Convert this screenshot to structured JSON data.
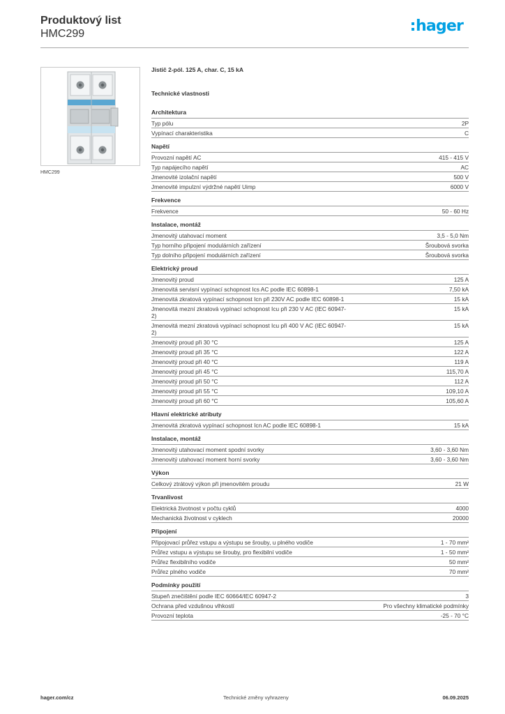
{
  "header": {
    "title": "Produktový list",
    "subtitle": "HMC299",
    "logo_text": "hager",
    "brand_color": "#00a0e3"
  },
  "product": {
    "image_caption": "HMC299",
    "description": "Jistič 2-pól. 125 A, char. C, 15 kA",
    "tech_heading": "Technické vlastnosti"
  },
  "sections": [
    {
      "title": "Architektura",
      "rows": [
        {
          "label": "Typ pólu",
          "value": "2P"
        },
        {
          "label": "Vypínací charakteristika",
          "value": "C"
        }
      ]
    },
    {
      "title": "Napětí",
      "rows": [
        {
          "label": "Provozní napětí AC",
          "value": "415 - 415 V"
        },
        {
          "label": "Typ napájecího napětí",
          "value": "AC"
        },
        {
          "label": "Jmenovité izolační napětí",
          "value": "500 V"
        },
        {
          "label": "Jmenovité impulzní výdržné napětí Uimp",
          "value": "6000 V"
        }
      ]
    },
    {
      "title": "Frekvence",
      "rows": [
        {
          "label": "Frekvence",
          "value": "50 - 60 Hz"
        }
      ]
    },
    {
      "title": "Instalace, montáž",
      "rows": [
        {
          "label": "Jmenovitý utahovací moment",
          "value": "3,5 - 5,0 Nm"
        },
        {
          "label": "Typ horního připojení modulárních zařízení",
          "value": "Šroubová svorka"
        },
        {
          "label": "Typ dolního připojení modulárních zařízení",
          "value": "Šroubová svorka"
        }
      ]
    },
    {
      "title": "Elektrický proud",
      "rows": [
        {
          "label": "Jmenovitý proud",
          "value": "125 A"
        },
        {
          "label": "Jmenovitá servisní vypínací schopnost Ics AC podle IEC 60898-1",
          "value": "7,50 kA"
        },
        {
          "label": "Jmenovitá zkratová vypínací schopnost Icn při 230V AC podle IEC 60898-1",
          "value": "15 kA",
          "tall": true
        },
        {
          "label": "Jmenovitá mezní zkratová vypínací schopnost Icu při 230 V AC (IEC 60947-2)",
          "value": "15 kA",
          "tall": true
        },
        {
          "label": "Jmenovitá mezní zkratová vypínací schopnost Icu při 400 V AC (IEC 60947-2)",
          "value": "15 kA",
          "tall": true
        },
        {
          "label": "Jmenovitý proud při 30 °C",
          "value": "125 A"
        },
        {
          "label": "Jmenovitý proud při 35 °C",
          "value": "122 A"
        },
        {
          "label": "Jmenovitý proud při 40 °C",
          "value": "119 A"
        },
        {
          "label": "Jmenovitý proud při 45 °C",
          "value": "115,70 A"
        },
        {
          "label": "Jmenovitý proud při 50 °C",
          "value": "112 A"
        },
        {
          "label": "Jmenovitý proud při 55 °C",
          "value": "109,10 A"
        },
        {
          "label": "Jmenovitý proud při 60 °C",
          "value": "105,60 A"
        }
      ]
    },
    {
      "title": "Hlavní elektrické atributy",
      "rows": [
        {
          "label": "Jmenovitá zkratová vypínací schopnost Icn AC podle IEC 60898-1",
          "value": "15 kA"
        }
      ]
    },
    {
      "title": "Instalace, montáž",
      "rows": [
        {
          "label": "Jmenovitý utahovací moment spodní svorky",
          "value": "3,60 - 3,60 Nm"
        },
        {
          "label": "Jmenovitý utahovací moment horní svorky",
          "value": "3,60 - 3,60 Nm"
        }
      ]
    },
    {
      "title": "Výkon",
      "rows": [
        {
          "label": "Celkový ztrátový výkon při jmenovitém proudu",
          "value": "21 W"
        }
      ]
    },
    {
      "title": "Trvanlivost",
      "rows": [
        {
          "label": "Elektrická životnost v počtu cyklů",
          "value": "4000"
        },
        {
          "label": "Mechanická životnost v cyklech",
          "value": "20000"
        }
      ]
    },
    {
      "title": "Připojení",
      "rows": [
        {
          "label": "Připojovací průřez vstupu a výstupu se šrouby, u plného vodiče",
          "value": "1 - 70 mm²"
        },
        {
          "label": "Průřez vstupu a výstupu se šrouby, pro flexibilní vodiče",
          "value": "1 - 50 mm²"
        },
        {
          "label": "Průřez flexibilního vodiče",
          "value": "50 mm²"
        },
        {
          "label": "Průřez plného vodiče",
          "value": "70 mm²"
        }
      ]
    },
    {
      "title": "Podmínky použití",
      "rows": [
        {
          "label": "Stupeň znečištění podle IEC 60664/IEC 60947-2",
          "value": "3"
        },
        {
          "label": "Ochrana před vzdušnou vlhkostí",
          "value": "Pro všechny klimatické podmínky"
        },
        {
          "label": "Provozní teplota",
          "value": "-25 - 70 °C"
        }
      ]
    }
  ],
  "footer": {
    "website": "hager.com/cz",
    "notice": "Technické změny vyhrazeny",
    "date": "06.09.2025"
  }
}
